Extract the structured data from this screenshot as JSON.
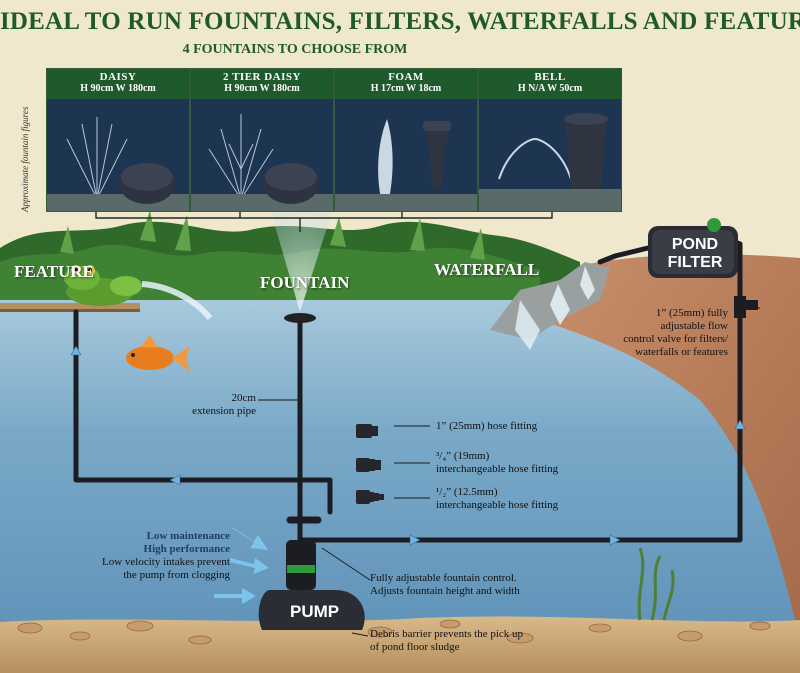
{
  "header": {
    "title": "IDEAL TO RUN FOUNTAINS, FILTERS, WATERFALLS AND FEATURES",
    "subtitle": "4 FOUNTAINS TO CHOOSE FROM",
    "side_note": "Approximate fountain figures"
  },
  "fountains": [
    {
      "name": "DAISY",
      "dims": "H 90cm  W 180cm"
    },
    {
      "name": "2 TIER DAISY",
      "dims": "H 90cm  W 180cm"
    },
    {
      "name": "FOAM",
      "dims": "H 17cm  W 18cm"
    },
    {
      "name": "BELL",
      "dims": "H N/A  W 50cm"
    }
  ],
  "scene_labels": {
    "feature": "FEATURE",
    "fountain": "FOUNTAIN",
    "waterfall": "WATERFALL",
    "pond_filter_line1": "POND",
    "pond_filter_line2": "FILTER",
    "pump": "PUMP"
  },
  "annotations": {
    "valve": [
      "1” (25mm) fully",
      "adjustable flow",
      "control valve for filters/",
      "waterfalls or features"
    ],
    "extension": [
      "20cm",
      "extension pipe"
    ],
    "hose_1": [
      "1” (25mm) hose fitting"
    ],
    "hose_34": [
      "³/₄” (19mm)",
      "interchangeable hose fitting"
    ],
    "hose_12": [
      "¹/₂” (12.5mm)",
      "interchangeable hose fitting"
    ],
    "maintenance_line1": "Low maintenance",
    "maintenance_line2": "High performance",
    "intake": [
      "Low velocity intakes prevent",
      "the pump from clogging"
    ],
    "control": [
      "Fully adjustable fountain control.",
      "Adjusts fountain height and width"
    ],
    "debris": [
      "Debris barrier prevents the pick up",
      "of pond floor sludge"
    ]
  },
  "colors": {
    "header_green": "#1f5a2c",
    "water_blue": "#6e9fc2",
    "pipe": "#1c1d22",
    "flow_arrow": "#6fb3e0",
    "valve_green": "#2f9a3c"
  }
}
